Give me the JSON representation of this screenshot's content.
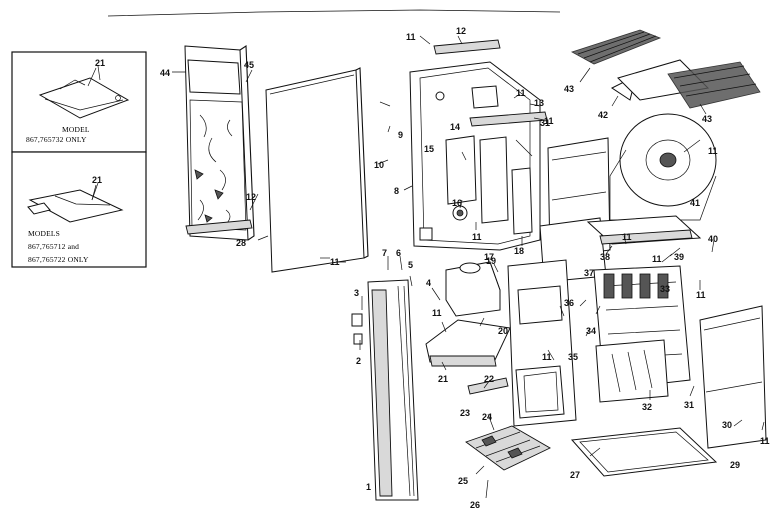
{
  "inset_top": {
    "part_number": "21",
    "caption_line1": "MODEL",
    "caption_line2": "867,765732 ONLY"
  },
  "inset_bottom": {
    "part_number": "21",
    "caption_line1": "MODELS",
    "caption_line2": "867,765712 and",
    "caption_line3": "867,765722 ONLY"
  },
  "callouts": {
    "n1": "1",
    "n2": "2",
    "n3": "3",
    "n4": "4",
    "n5": "5",
    "n6": "6",
    "n7": "7",
    "n8": "8",
    "n9": "9",
    "n10": "10",
    "n11a": "11",
    "n11b": "11",
    "n11c": "11",
    "n11d": "11",
    "n11e": "11",
    "n11f": "11",
    "n11g": "11",
    "n11h": "11",
    "n11i": "11",
    "n11j": "11",
    "n11k": "11",
    "n11l": "11",
    "n12a": "12",
    "n12b": "12",
    "n13": "13",
    "n14": "14",
    "n15": "15",
    "n16": "16",
    "n17": "17",
    "n18": "18",
    "n19": "19",
    "n20": "20",
    "n21": "21",
    "n22": "22",
    "n23": "23",
    "n24": "24",
    "n25": "25",
    "n26": "26",
    "n27": "27",
    "n28": "28",
    "n29": "29",
    "n30": "30",
    "n31a": "31",
    "n31b": "31",
    "n32": "32",
    "n33": "33",
    "n34": "34",
    "n35": "35",
    "n36": "36",
    "n37": "37",
    "n38": "38",
    "n39": "39",
    "n40": "40",
    "n41": "41",
    "n42": "42",
    "n43a": "43",
    "n43b": "43",
    "n44": "44",
    "n45": "45"
  }
}
